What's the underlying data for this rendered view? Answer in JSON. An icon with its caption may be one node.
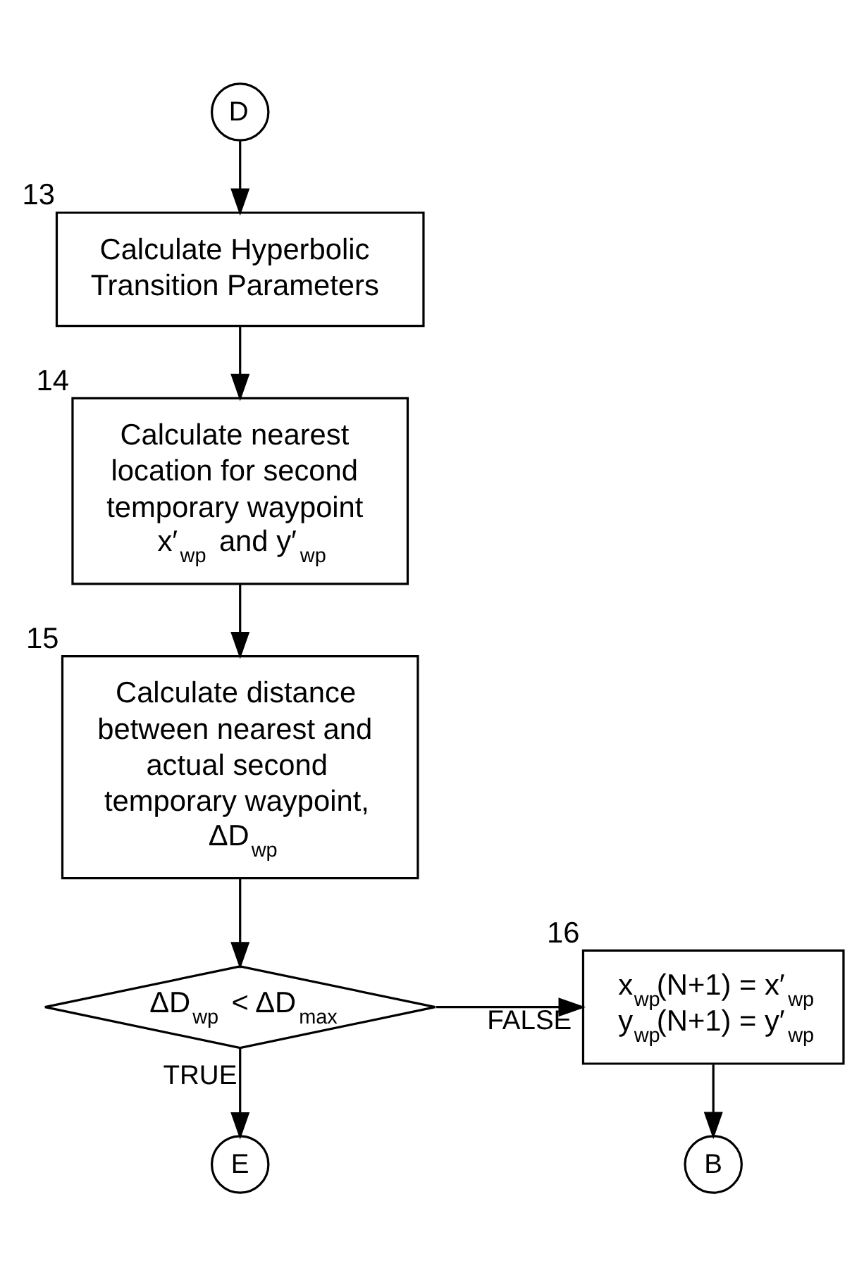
{
  "diagram": {
    "nodes": [
      {
        "text": [
          "D"
        ]
      },
      {
        "text": [
          "Calculate Hyperbolic Transition Parameters"
        ],
        "beside": [
          "13"
        ]
      },
      {
        "text": [
          "Calculate nearest location for second temporary waypoint x′$_{wp}$ and y′$_{wp}$"
        ],
        "beside": [
          "14"
        ]
      },
      {
        "text": [
          "Calculate distance between nearest and actual second temporary waypoint, ΔD$_{wp}$"
        ],
        "beside": [
          "15"
        ]
      },
      {
        "text": [
          "ΔD$_{wp}$ < ΔD$_{max}$"
        ]
      },
      {
        "text": [
          "x$_{wp}$(N+1) = x′$_{wp}$",
          "y$_{wp}$(N+1) = y′$_{wp}$"
        ],
        "beside": [
          "16"
        ]
      },
      {
        "text": [
          "E"
        ]
      },
      {
        "text": [
          "B"
        ]
      }
    ],
    "edges": [
      {
        "from": 0,
        "to": 1,
        "arrow": "to"
      },
      {
        "from": 1,
        "to": 2,
        "arrow": "to"
      },
      {
        "from": 2,
        "to": 3,
        "arrow": "to"
      },
      {
        "from": 3,
        "to": 4,
        "arrow": "to"
      },
      {
        "from": 4,
        "to": 5,
        "arrow": "to",
        "label": "FALSE"
      },
      {
        "from": 4,
        "to": 6,
        "arrow": "to",
        "label": "TRUE"
      },
      {
        "from": 5,
        "to": 7,
        "arrow": "to"
      }
    ]
  }
}
